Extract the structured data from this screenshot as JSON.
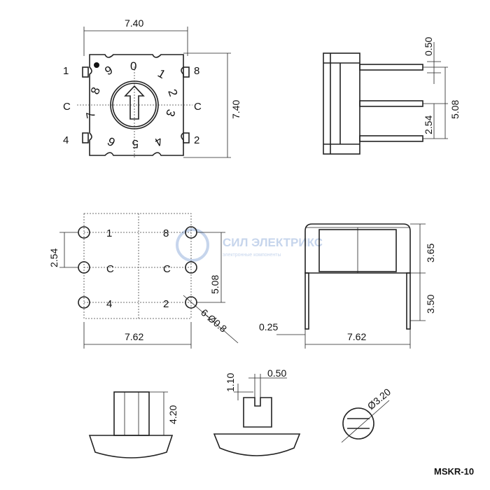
{
  "top_view": {
    "width_dim": "7.40",
    "height_dim": "7.40",
    "pin_labels": {
      "top_left": "1",
      "top_right": "8",
      "mid_left": "C",
      "mid_right": "C",
      "bottom_left": "4",
      "bottom_right": "2"
    },
    "dial_digits": [
      "0",
      "1",
      "2",
      "3",
      "4",
      "5",
      "6",
      "7",
      "8",
      "9"
    ]
  },
  "side_view_top": {
    "pin_thickness": "0.50",
    "pitch_total": "5.08",
    "pitch": "2.54"
  },
  "bottom_view": {
    "pin_labels": {
      "top_left": "1",
      "top_right": "8",
      "mid_left": "C",
      "mid_right": "C",
      "bottom_left": "4",
      "bottom_right": "2"
    },
    "pitch": "2.54",
    "pitch_total": "5.08",
    "width_dim": "7.62",
    "hole_dim": "6-Ø0.8"
  },
  "side_view_bottom": {
    "pin_width": "0.25",
    "width_dim": "7.62",
    "body_height": "3.65",
    "pin_length": "3.50"
  },
  "detail_views": {
    "shaft_height": "4.20",
    "slot_depth": "1.10",
    "slot_width": "0.50",
    "shaft_diameter": "Ø3.20"
  },
  "watermark": {
    "brand": "СИЛ ЭЛЕКТРИКС",
    "tagline": "электронные компоненты"
  },
  "part_number": "MSKR-10"
}
